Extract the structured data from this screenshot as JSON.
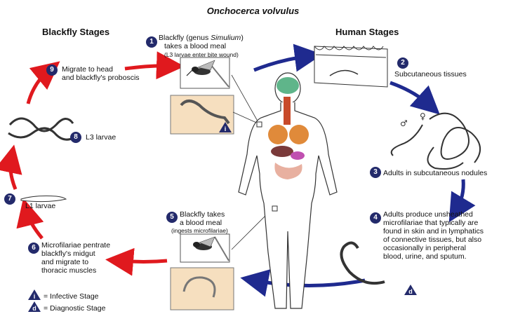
{
  "title": "Onchocerca volvulus",
  "blackfly_header": "Blackfly Stages",
  "human_header": "Human Stages",
  "steps": [
    {
      "n": "1",
      "text": "Blackfly (genus Simulium) takes a blood meal",
      "line1a": "Blackfly (genus ",
      "line1b": "Simulium",
      "line1c": ")",
      "line2": "takes a blood meal",
      "sub": "(L3 larvae enter bite wound)"
    },
    {
      "n": "2",
      "text": "Subcutaneous tissues"
    },
    {
      "n": "3",
      "text": "Adults in subcutaneous nodules"
    },
    {
      "n": "4",
      "line1": "Adults produce unsheathed",
      "line2": "microfilariae that typically are",
      "line3": "found in skin and in lymphatics",
      "line4": "of connective tissues,  but also",
      "line5": "occasionally in peripheral",
      "line6": "blood, urine, and sputum."
    },
    {
      "n": "5",
      "line1": "Blackfly takes",
      "line2": "a blood meal",
      "sub": "(ingests microfilariae)"
    },
    {
      "n": "6",
      "line1": "Microfilariae pentrate",
      "line2": "blackfly's midgut",
      "line3": "and migrate to",
      "line4": "thoracic muscles"
    },
    {
      "n": "7",
      "text": "L1 larvae"
    },
    {
      "n": "8",
      "text": "L3 larvae"
    },
    {
      "n": "9",
      "line1": "Migrate to head",
      "line2": "and blackfly's proboscis"
    }
  ],
  "legend": {
    "i_symbol": "i",
    "d_symbol": "d",
    "infective": "= Infective Stage",
    "diagnostic": "= Diagnostic Stage"
  },
  "colors": {
    "red_arrow": "#e0191e",
    "blue_arrow": "#1f2a8f",
    "badge": "#232a6b",
    "tissue": "#f6dfbf"
  }
}
